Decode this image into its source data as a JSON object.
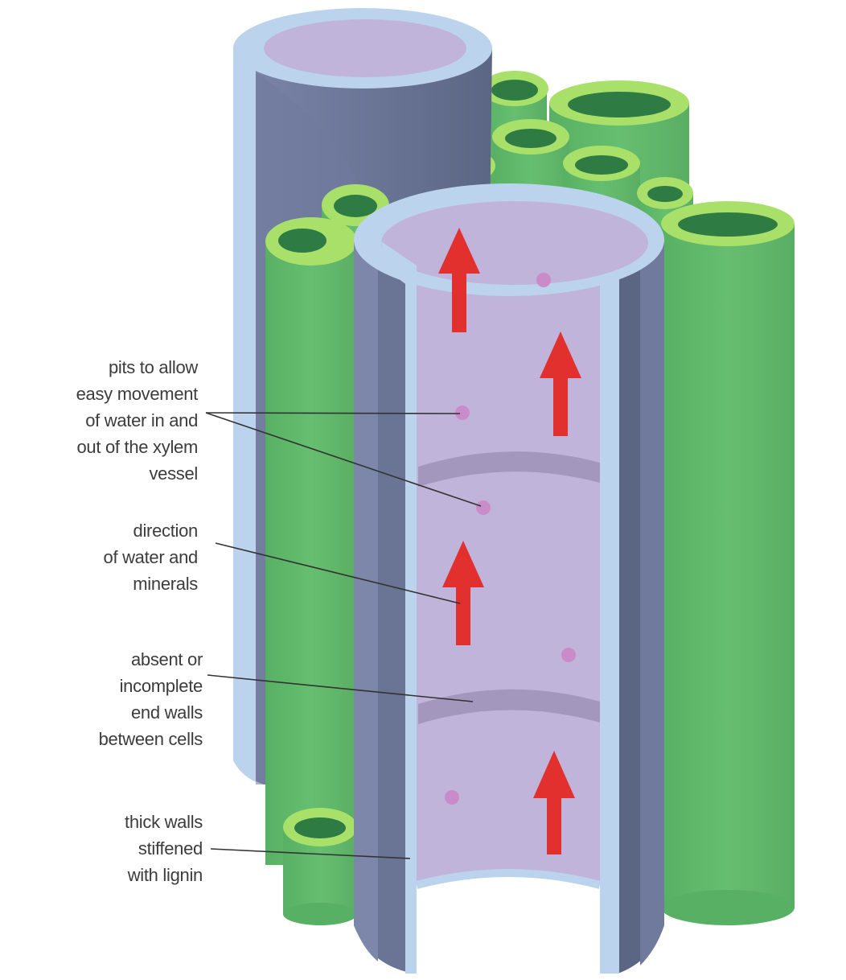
{
  "colors": {
    "vessel_wall_light": "#bcd3ee",
    "vessel_wall_dark": "#6c7899",
    "vessel_lumen": "#c0b4db",
    "arrow": "#e2302f",
    "pit": "#c98cc9",
    "green_tube": "#63bb6e",
    "green_rim": "#a9e06a",
    "green_hole": "#2f7b44"
  },
  "labels": {
    "pits": [
      "pits to allow",
      "easy movement",
      "of water in and",
      "out of the xylem",
      "vessel"
    ],
    "direction": [
      "direction",
      "of water and",
      "minerals"
    ],
    "end_walls": [
      "absent or",
      "incomplete",
      "end walls",
      "between cells"
    ],
    "thick_walls": [
      "thick walls",
      "stiffened",
      "with lignin"
    ]
  }
}
